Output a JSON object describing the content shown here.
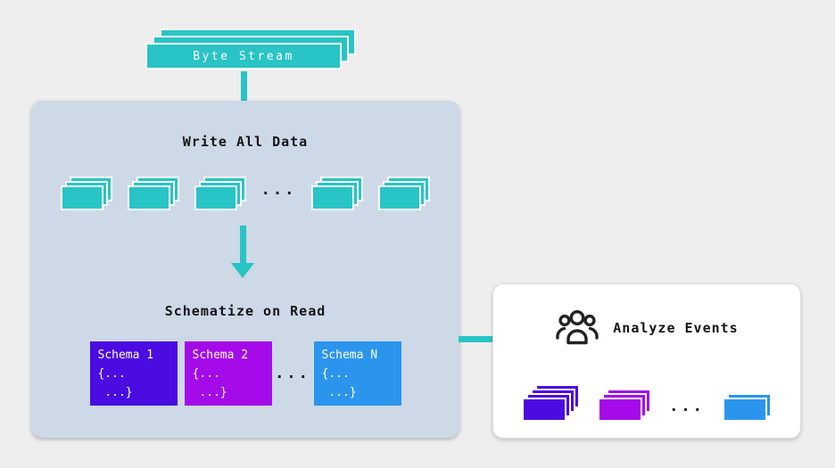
{
  "byte_stream": {
    "label": "Byte Stream"
  },
  "left_panel": {
    "title_write": "Write All Data",
    "stack_dots": "...",
    "title_schematize": "Schematize on Read",
    "schema_dots": "...",
    "schemas": [
      {
        "title": "Schema 1",
        "line1": "{...",
        "line2": " ...}",
        "color": "#4a0ce0"
      },
      {
        "title": "Schema 2",
        "line1": "{...",
        "line2": " ...}",
        "color": "#a50be8"
      },
      {
        "title": "Schema N",
        "line1": "{...",
        "line2": " ...}",
        "color": "#2b95ee"
      }
    ]
  },
  "right_panel": {
    "title": "Analyze Events",
    "event_dots": "...",
    "icon": "people-group-icon"
  },
  "colors": {
    "teal": "#29c4c5",
    "panelblue": "#cdd9e6",
    "purple": "#4a0ce0",
    "magenta": "#a50be8",
    "blue": "#2b95ee",
    "bg": "#eeeeee",
    "text": "#151515"
  }
}
